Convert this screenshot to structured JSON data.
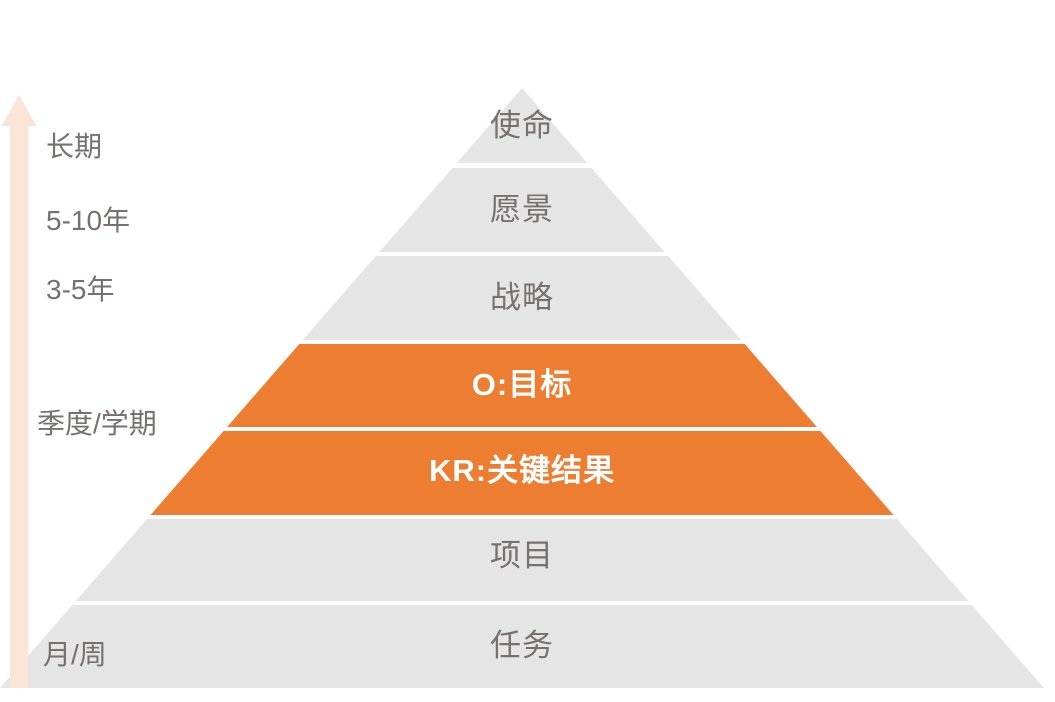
{
  "pyramid": {
    "tiers": [
      {
        "label": "使命",
        "highlight": false
      },
      {
        "label": "愿景",
        "highlight": false
      },
      {
        "label": "战略",
        "highlight": false
      },
      {
        "label": "O:目标",
        "highlight": true
      },
      {
        "label": "KR:关键结果",
        "highlight": true
      },
      {
        "label": "项目",
        "highlight": false
      },
      {
        "label": "任务",
        "highlight": false
      }
    ]
  },
  "timeline": {
    "items": [
      {
        "label": "长期"
      },
      {
        "label": "5-10年"
      },
      {
        "label": "3-5年"
      },
      {
        "label": "季度/学期"
      },
      {
        "label": "月/周"
      }
    ]
  },
  "colors": {
    "background": "#FFFFFF",
    "tier_default": "#E6E5E5",
    "tier_highlight": "#ED7D31",
    "tier_label_default": "#767171",
    "tier_label_highlight": "#FFFFFF",
    "timeline_label": "#767171",
    "arrow": "#FBE5D6"
  }
}
